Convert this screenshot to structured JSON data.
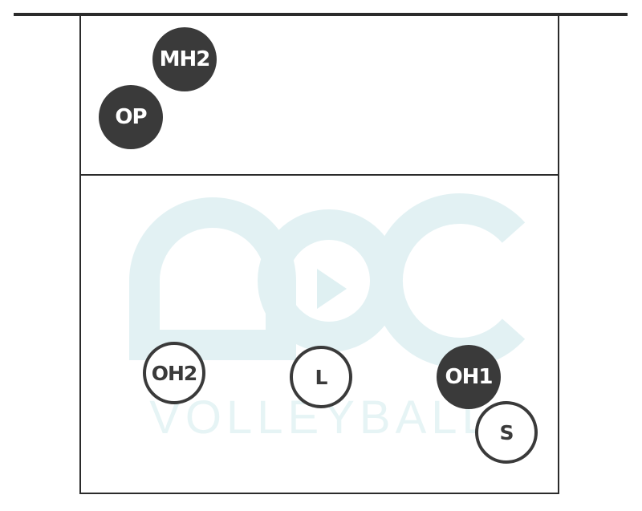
{
  "watermark": {
    "text": "VOLLEYBALL",
    "color": "#dff0f2"
  },
  "players": [
    {
      "id": "mh2",
      "label": "MH2",
      "state": "active"
    },
    {
      "id": "op",
      "label": "OP",
      "state": "active"
    },
    {
      "id": "oh2",
      "label": "OH2",
      "state": "inactive"
    },
    {
      "id": "l",
      "label": "L",
      "state": "inactive"
    },
    {
      "id": "oh1",
      "label": "OH1",
      "state": "active"
    },
    {
      "id": "s",
      "label": "S",
      "state": "inactive"
    }
  ],
  "colors": {
    "line": "#2b2b2b",
    "active_fill": "#3a3a3a",
    "inactive_fill": "#ffffff"
  }
}
